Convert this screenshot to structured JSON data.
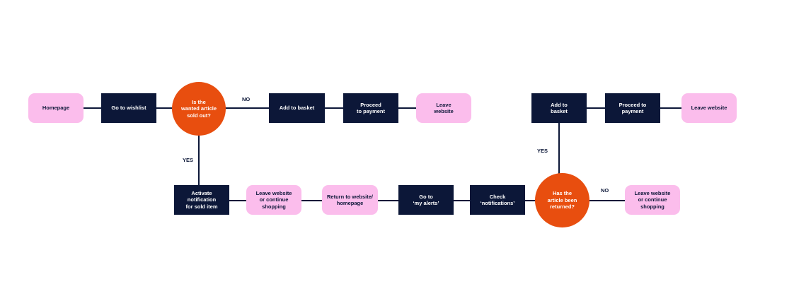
{
  "colors": {
    "line": "#0c1738",
    "action_box": "#0c1738",
    "endpoint_box": "#fbbdec",
    "decision_circle": "#e84e0f"
  },
  "nodes": {
    "homepage": "Homepage",
    "go_to_wishlist": "Go to wishlist",
    "sold_out_decision": "Is the\nwanted article\nsold out?",
    "add_to_basket_1": "Add to basket",
    "proceed_to_payment_1": "Proceed\nto payment",
    "leave_website_1": "Leave\nwebsite",
    "activate_notification": "Activate notification\nfor sold item",
    "leave_or_continue_1": "Leave website\nor continue\nshopping",
    "return_to_website": "Return to website/\nhomepage",
    "go_to_my_alerts": "Go to\n‘my alerts’",
    "check_notifications": "Check\n‘notifications’",
    "returned_decision": "Has the\narticle been\nreturned?",
    "leave_or_continue_2": "Leave website\nor continue\nshopping",
    "add_to_basket_2": "Add to\nbasket",
    "proceed_to_payment_2": "Proceed to\npayment",
    "leave_website_2": "Leave website"
  },
  "edge_labels": {
    "sold_out_no": "NO",
    "sold_out_yes": "YES",
    "returned_yes": "YES",
    "returned_no": "NO"
  }
}
